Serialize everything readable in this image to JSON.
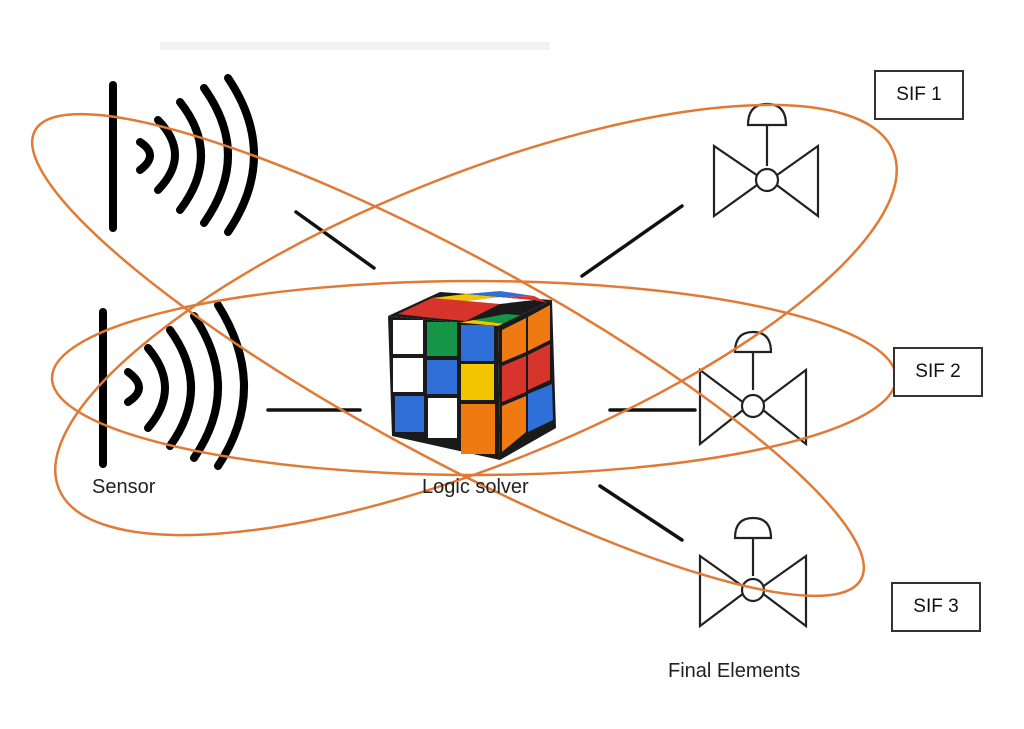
{
  "sif_labels": [
    "SIF 1",
    "SIF 2",
    "SIF 3"
  ],
  "captions": {
    "sensor": "Sensor",
    "logic_solver": "Logic solver",
    "final_elements": "Final Elements"
  },
  "colors": {
    "loop_stroke": "#e07a35",
    "line": "#111111",
    "cube_red": "#d7342c",
    "cube_green": "#169447",
    "cube_blue": "#2f6fd8",
    "cube_yellow": "#f2c500",
    "cube_orange": "#f07a12",
    "cube_white": "#ffffff"
  },
  "icons": {
    "sensor": "sensor-wave-icon",
    "final_element": "valve-icon",
    "logic_solver": "rubiks-cube-icon"
  }
}
